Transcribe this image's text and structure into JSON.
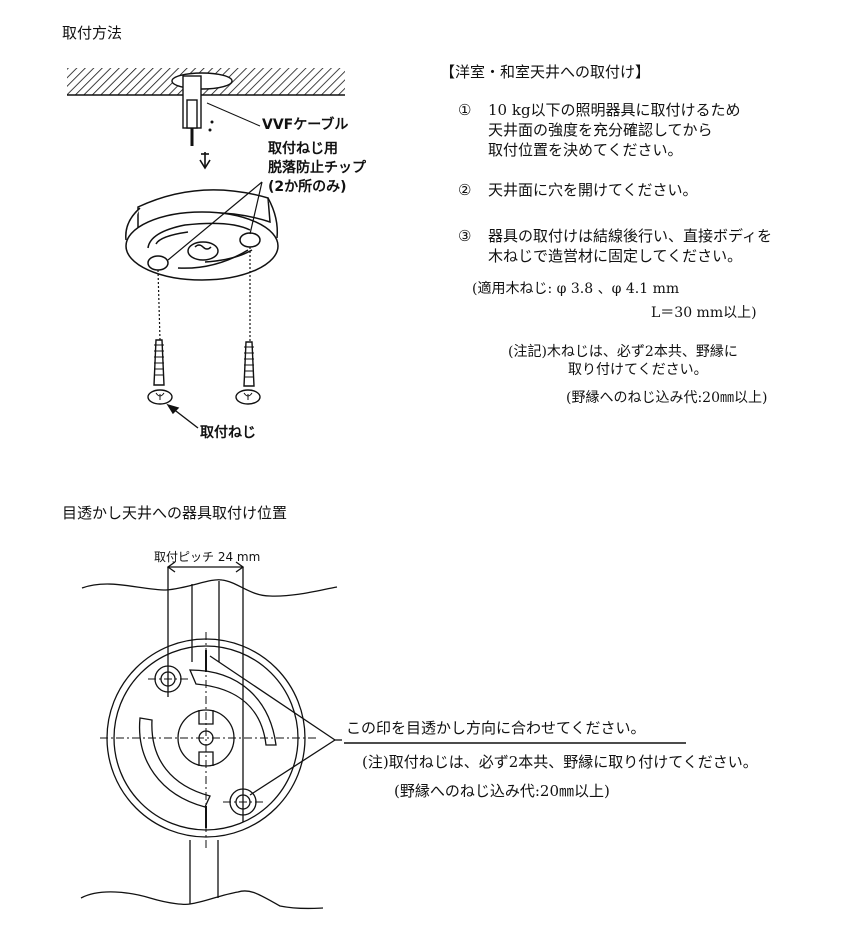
{
  "section1": {
    "title": "取付方法",
    "diagram": {
      "cable_label": "VVFケーブル",
      "tip_label_lines": [
        "取付ねじ用",
        "脱落防止チップ",
        "(2か所のみ)"
      ],
      "screw_label": "取付ねじ"
    },
    "instructions": {
      "heading": "【洋室・和室天井への取付け】",
      "steps": [
        {
          "number": "①",
          "lines": [
            "10 kg以下の照明器具に取付けるため",
            "天井面の強度を充分確認してから",
            "取付位置を決めてください。"
          ]
        },
        {
          "number": "②",
          "lines": [
            "天井面に穴を開けてください。"
          ]
        },
        {
          "number": "③",
          "lines": [
            "器具の取付けは結線後行い、直接ボディを",
            "木ねじで造営材に固定してください。"
          ]
        }
      ],
      "screw_spec_lines": [
        "(適用木ねじ: φ 3.8 、φ 4.1 mm",
        "L＝30 mm以上)"
      ],
      "note_lines": [
        "(注記)木ねじは、必ず2本共、野縁に",
        "取り付けてください。"
      ],
      "depth_note": "(野縁へのねじ込み代:20㎜以上)"
    }
  },
  "section2": {
    "title": "目透かし天井への器具取付け位置",
    "pitch_label": "取付ピッチ  24 mm",
    "align_label": "この印を目透かし方向に合わせてください。",
    "note": "(注)取付ねじは、必ず2本共、野縁に取り付けてください。",
    "depth_note": "(野縁へのねじ込み代:20㎜以上)"
  }
}
